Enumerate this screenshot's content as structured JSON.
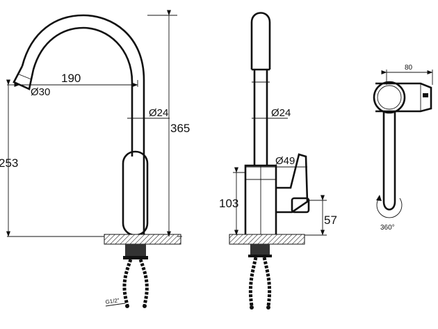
{
  "drawing": {
    "front_view": {
      "dim_reach": "190",
      "dim_aerator": "Ø30",
      "dim_spout": "Ø24",
      "dim_total_height": "365",
      "dim_outlet_height": "253",
      "thread": "G1/2\""
    },
    "side_view": {
      "dim_spout": "Ø24",
      "dim_body": "Ø49",
      "dim_body_height": "103",
      "dim_lever_height": "57"
    },
    "top_view": {
      "dim_width": "80",
      "dim_rotation": "360°"
    }
  }
}
